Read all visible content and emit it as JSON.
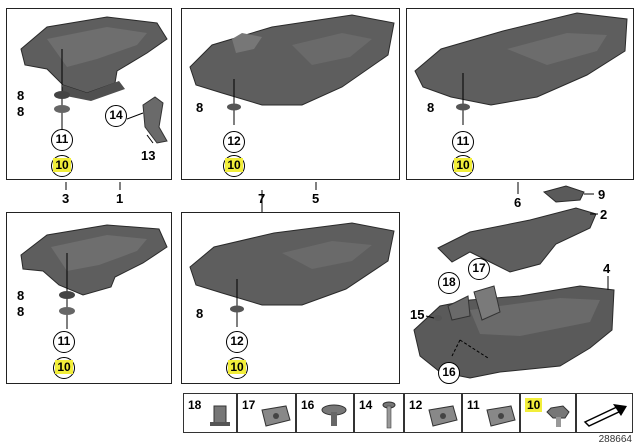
{
  "labels": {
    "p1_8a": "8",
    "p1_8b": "8",
    "p1_11": "11",
    "p1_10": "10",
    "p1_14": "14",
    "p1_13": "13",
    "p2_8": "8",
    "p2_12": "12",
    "p2_10": "10",
    "p3_8": "8",
    "p3_11": "11",
    "p3_10": "10",
    "below_3": "3",
    "below_1": "1",
    "below_7": "7",
    "below_5": "5",
    "below_6": "6",
    "p4_8a": "8",
    "p4_8b": "8",
    "p4_11": "11",
    "p4_10": "10",
    "p5_8": "8",
    "p5_12": "12",
    "p5_10": "10",
    "r_9": "9",
    "r_2": "2",
    "r_4": "4",
    "r_18": "18",
    "r_17": "17",
    "r_15": "15",
    "r_16": "16"
  },
  "strip": {
    "items": [
      "18",
      "17",
      "16",
      "14",
      "12",
      "11",
      "10"
    ]
  },
  "ref_number": "288664",
  "colors": {
    "highlight": "#f2ee3a",
    "part_fill": "#5a5a5a",
    "part_edge": "#2a2a2a"
  }
}
